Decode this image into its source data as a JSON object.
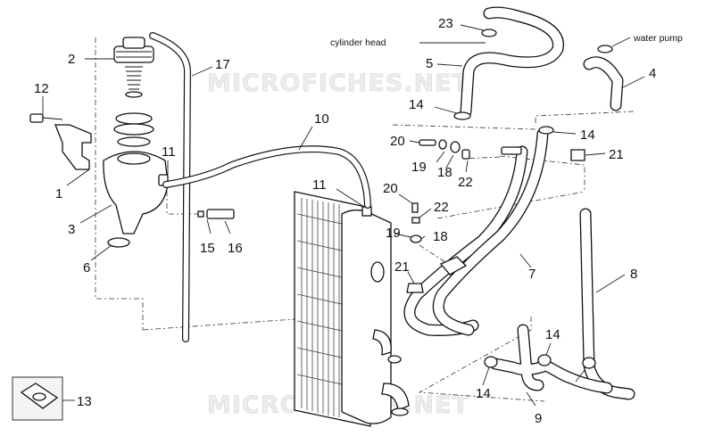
{
  "watermarks": [
    "MICROFICHES.NET",
    "MICROFICHES.NET"
  ],
  "annotations": {
    "cylinder_head": "cylinder head",
    "water_pump": "water pump"
  },
  "callouts": {
    "c1": "1",
    "c2": "2",
    "c3": "3",
    "c4": "4",
    "c5": "5",
    "c6": "6",
    "c7": "7",
    "c8": "8",
    "c9": "9",
    "c10": "10",
    "c11a": "11",
    "c11b": "11",
    "c12": "12",
    "c13": "13",
    "c14a": "14",
    "c14b": "14",
    "c14c": "14",
    "c14d": "14",
    "c15": "15",
    "c16": "16",
    "c17": "17",
    "c18a": "18",
    "c18b": "18",
    "c19a": "19",
    "c19b": "19",
    "c20a": "20",
    "c20b": "20",
    "c21a": "21",
    "c21b": "21",
    "c22a": "22",
    "c22b": "22",
    "c23": "23"
  }
}
